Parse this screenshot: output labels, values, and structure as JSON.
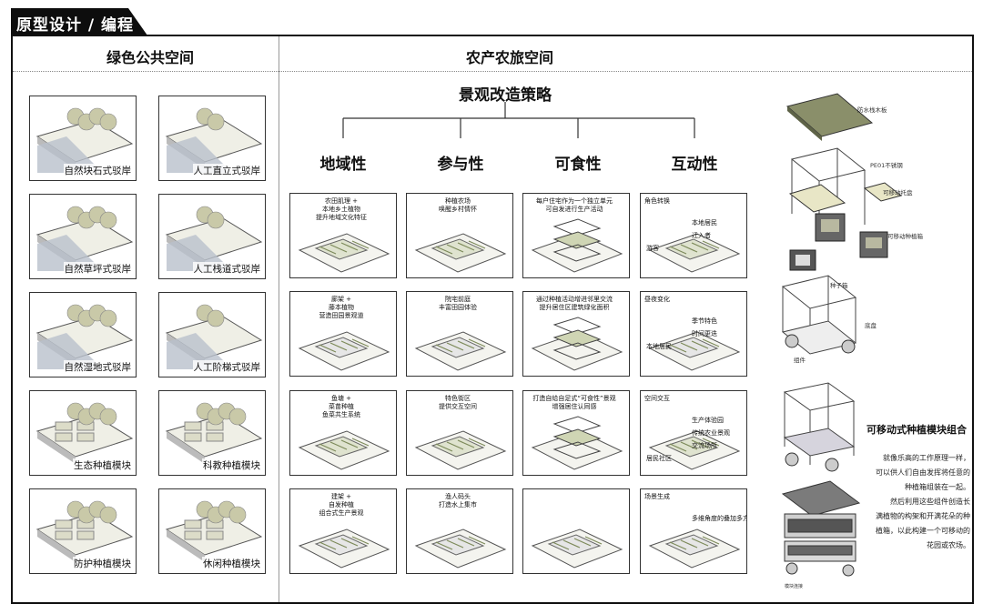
{
  "header": {
    "title": "原型设计 / 编程"
  },
  "left": {
    "title": "绿色公共空间",
    "tiles": [
      {
        "label": "自然块石式驳岸"
      },
      {
        "label": "人工直立式驳岸"
      },
      {
        "label": "自然草坪式驳岸"
      },
      {
        "label": "人工栈道式驳岸"
      },
      {
        "label": "自然湿地式驳岸"
      },
      {
        "label": "人工阶梯式驳岸"
      },
      {
        "label": "生态种植模块"
      },
      {
        "label": "科教种植模块"
      },
      {
        "label": "防护种植模块"
      },
      {
        "label": "休闲种植模块"
      }
    ]
  },
  "right": {
    "title": "农产农旅空间",
    "strategy_title": "景观改造策略",
    "columns": [
      {
        "header": "地域性"
      },
      {
        "header": "参与性"
      },
      {
        "header": "可食性"
      },
      {
        "header": "互动性"
      }
    ],
    "cells": [
      {
        "lines": [
          "农田肌理 +",
          "本地乡土植物",
          "提升地域文化特征"
        ]
      },
      {
        "lines": [
          "种植农场",
          "唤醒乡村情怀"
        ]
      },
      {
        "lines": [
          "每户住宅作为一个独立单元",
          "可自发进行生产活动"
        ]
      },
      {
        "lines": [
          "角色转换",
          "本地居民",
          "迁入者",
          "游客"
        ]
      },
      {
        "lines": [
          "廊架 +",
          "藤本植物",
          "营造田园景观道"
        ]
      },
      {
        "lines": [
          "院宅前庭",
          "丰富田园体验"
        ]
      },
      {
        "lines": [
          "通过种植活动增进邻里交流",
          "提升居住区建筑绿化面积"
        ]
      },
      {
        "lines": [
          "昼夜变化",
          "季节特色",
          "时间更迭",
          "本地居民"
        ]
      },
      {
        "lines": [
          "鱼塘 +",
          "菜苗种植",
          "鱼菜共生系统"
        ]
      },
      {
        "lines": [
          "特色街区",
          "提供交互空间"
        ]
      },
      {
        "lines": [
          "打造自给自足式“可食性”景观",
          "增强居住认同感"
        ]
      },
      {
        "lines": [
          "空间交互",
          "生产体验园",
          "传统农业景观",
          "交流场所",
          "居民社区"
        ]
      },
      {
        "lines": [
          "建架 +",
          "自发种植",
          "组合式生产景观"
        ]
      },
      {
        "lines": [
          "渔人码头",
          "打造水上集市"
        ]
      },
      {
        "lines": []
      },
      {
        "lines": [
          "场景生成",
          "多维角度的叠加多方位变化"
        ]
      }
    ]
  },
  "module": {
    "notes": [
      "防水栈木板",
      "PE01不锈钢",
      "可移动托盘",
      "可移动种植箱",
      "种子箱",
      "底盘",
      "组件",
      "模块连接"
    ],
    "title": "可移动式种植模块组合",
    "desc": [
      "就像乐高的工作原理一样，",
      "可以供人们自由发挥将任意的",
      "种植箱组装在一起。",
      "然后利用这些组件创造长",
      "满植物的构架和开满花朵的种",
      "植箱，以此构建一个可移动的",
      "花园或农场。"
    ]
  },
  "colors": {
    "accent": "#7d8a5a",
    "line": "#333333",
    "water": "#b9c0cc",
    "plant": "#c9c9a8"
  }
}
